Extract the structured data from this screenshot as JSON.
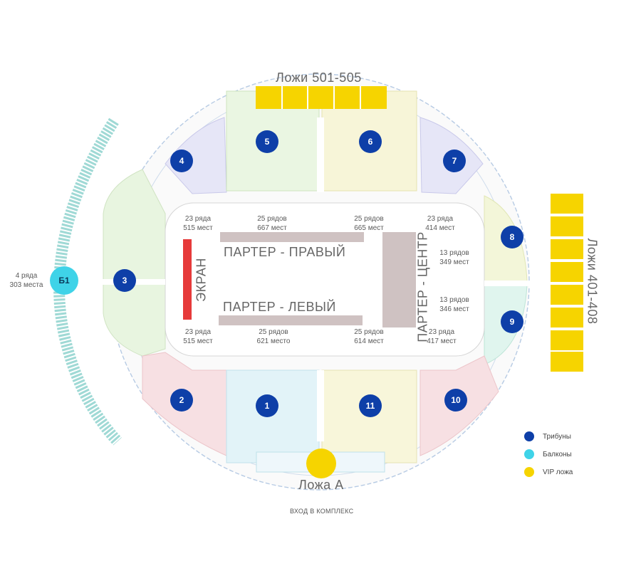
{
  "boxes_top": {
    "label": "Ложи 501-505"
  },
  "boxes_right": {
    "label": "Ложи 401-408"
  },
  "box_a": {
    "label": "Ложа А"
  },
  "entrance": {
    "label": "ВХОД В КОМПЛЕКС"
  },
  "screen": {
    "label": "ЭКРАН"
  },
  "parterre": {
    "right": "ПАРТЕР - ПРАВЫЙ",
    "left": "ПАРТЕР - ЛЕВЫЙ",
    "center": "ПАРТЕР - ЦЕНТР"
  },
  "sectors": [
    {
      "id": "1"
    },
    {
      "id": "2"
    },
    {
      "id": "3"
    },
    {
      "id": "4"
    },
    {
      "id": "5"
    },
    {
      "id": "6"
    },
    {
      "id": "7"
    },
    {
      "id": "8"
    },
    {
      "id": "9"
    },
    {
      "id": "10"
    },
    {
      "id": "11"
    }
  ],
  "balcony": {
    "id": "Б1",
    "rows": "4 ряда",
    "seats": "303 места"
  },
  "capacity": [
    {
      "rows": "23 ряда",
      "seats": "515 мест"
    },
    {
      "rows": "25 рядов",
      "seats": "667 мест"
    },
    {
      "rows": "25 рядов",
      "seats": "665 мест"
    },
    {
      "rows": "23 ряда",
      "seats": "414 мест"
    },
    {
      "rows": "13 рядов",
      "seats": "349 мест"
    },
    {
      "rows": "13 рядов",
      "seats": "346 мест"
    },
    {
      "rows": "23 ряда",
      "seats": "417 мест"
    },
    {
      "rows": "25 рядов",
      "seats": "614 мест"
    },
    {
      "rows": "25 рядов",
      "seats": "621 место"
    },
    {
      "rows": "23 ряда",
      "seats": "515 мест"
    }
  ],
  "legend": [
    {
      "label": "Трибуны",
      "color": "#0e3fa8"
    },
    {
      "label": "Балконы",
      "color": "#3fd3e8"
    },
    {
      "label": "VIP ложа",
      "color": "#f6d400"
    }
  ],
  "colors": {
    "tribune": "#0e3fa8",
    "balcony": "#3fd3e8",
    "vip": "#f6d400",
    "screen": "#e63a3a",
    "parterre": "#cfc2c2"
  }
}
